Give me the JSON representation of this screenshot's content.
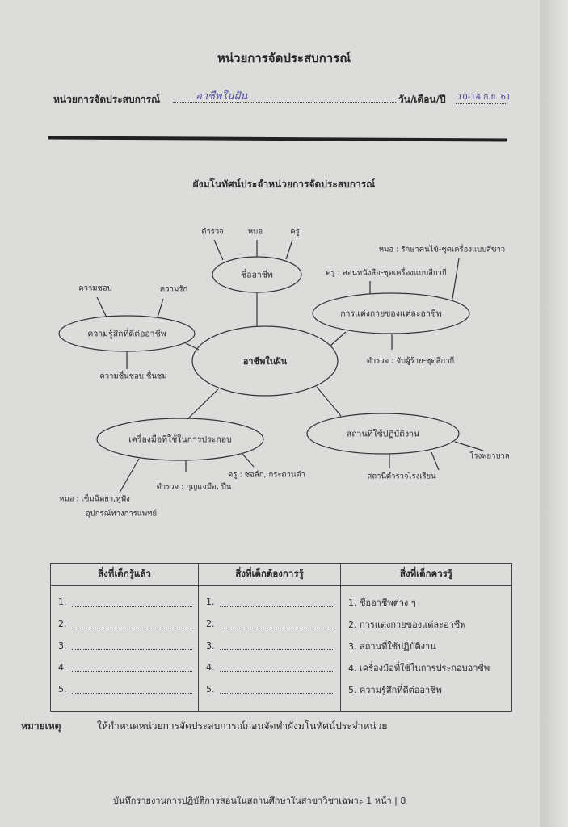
{
  "header": {
    "title": "หน่วยการจัดประสบการณ์",
    "unit_label": "หน่วยการจัดประสบการณ์",
    "unit_value": "อาชีพในฝัน",
    "date_label": "วัน/เดือน/ปี",
    "date_value": "10-14 ก.ย. 61"
  },
  "mindmap": {
    "title": "ผังมโนทัศน์ประจำหน่วยการจัดประสบการณ์",
    "center": "อาชีพในฝัน",
    "names": {
      "label": "ชื่ออาชีพ",
      "items": [
        "ตำรวจ",
        "หมอ",
        "ครู"
      ]
    },
    "feelings": {
      "label": "ความรู้สึกที่ดีต่ออาชีพ",
      "items": [
        "ความชอบ",
        "ความรัก",
        "ความชื่นชอบ ชื่นชม"
      ]
    },
    "dress": {
      "label": "การแต่งกายของแต่ละอาชีพ",
      "items": [
        "หมอ : รักษาคนไข้-ชุดเครื่องแบบสีขาว",
        "ครู : สอนหนังสือ-ชุดเครื่องแบบสีกากี",
        "ตำรวจ : จับผู้ร้าย-ชุดสีกากี"
      ]
    },
    "places": {
      "label": "สถานที่ใช้ปฏิบัติงาน",
      "items": [
        "โรงพยาบาล",
        "สถานีตำรวจ",
        "โรงเรียน"
      ]
    },
    "tools": {
      "label": "เครื่องมือที่ใช้ในการประกอบ",
      "items": [
        "หมอ : เข็มฉีดยา,หูฟัง",
        "อุปกรณ์ทางการแพทย์",
        "ตำรวจ : กุญแจมือ, ปืน",
        "ครู : ชอล์ก, กระดานดำ"
      ]
    }
  },
  "table": {
    "headers": [
      "สิ่งที่เด็กรู้แล้ว",
      "สิ่งที่เด็กต้องการรู้",
      "สิ่งที่เด็กควรรู้"
    ],
    "numbers": [
      "1.",
      "2.",
      "3.",
      "4.",
      "5."
    ],
    "should_know": [
      "1. ชื่ออาชีพต่าง ๆ",
      "2. การแต่งกายของแต่ละอาชีพ",
      "3. สถานที่ใช้ปฏิบัติงาน",
      "4. เครื่องมือที่ใช้ในการประกอบอาชีพ",
      "5. ความรู้สึกที่ดีต่ออาชีพ"
    ]
  },
  "note": {
    "label": "หมายเหตุ",
    "text": "ให้กำหนดหน่วยการจัดประสบการณ์ก่อนจัดทำผังมโนทัศน์ประจำหน่วย"
  },
  "footer": "บันทึกรายงานการปฏิบัติการสอนในสถานศึกษาในสาขาวิชาเฉพาะ 1   หน้า |  8"
}
